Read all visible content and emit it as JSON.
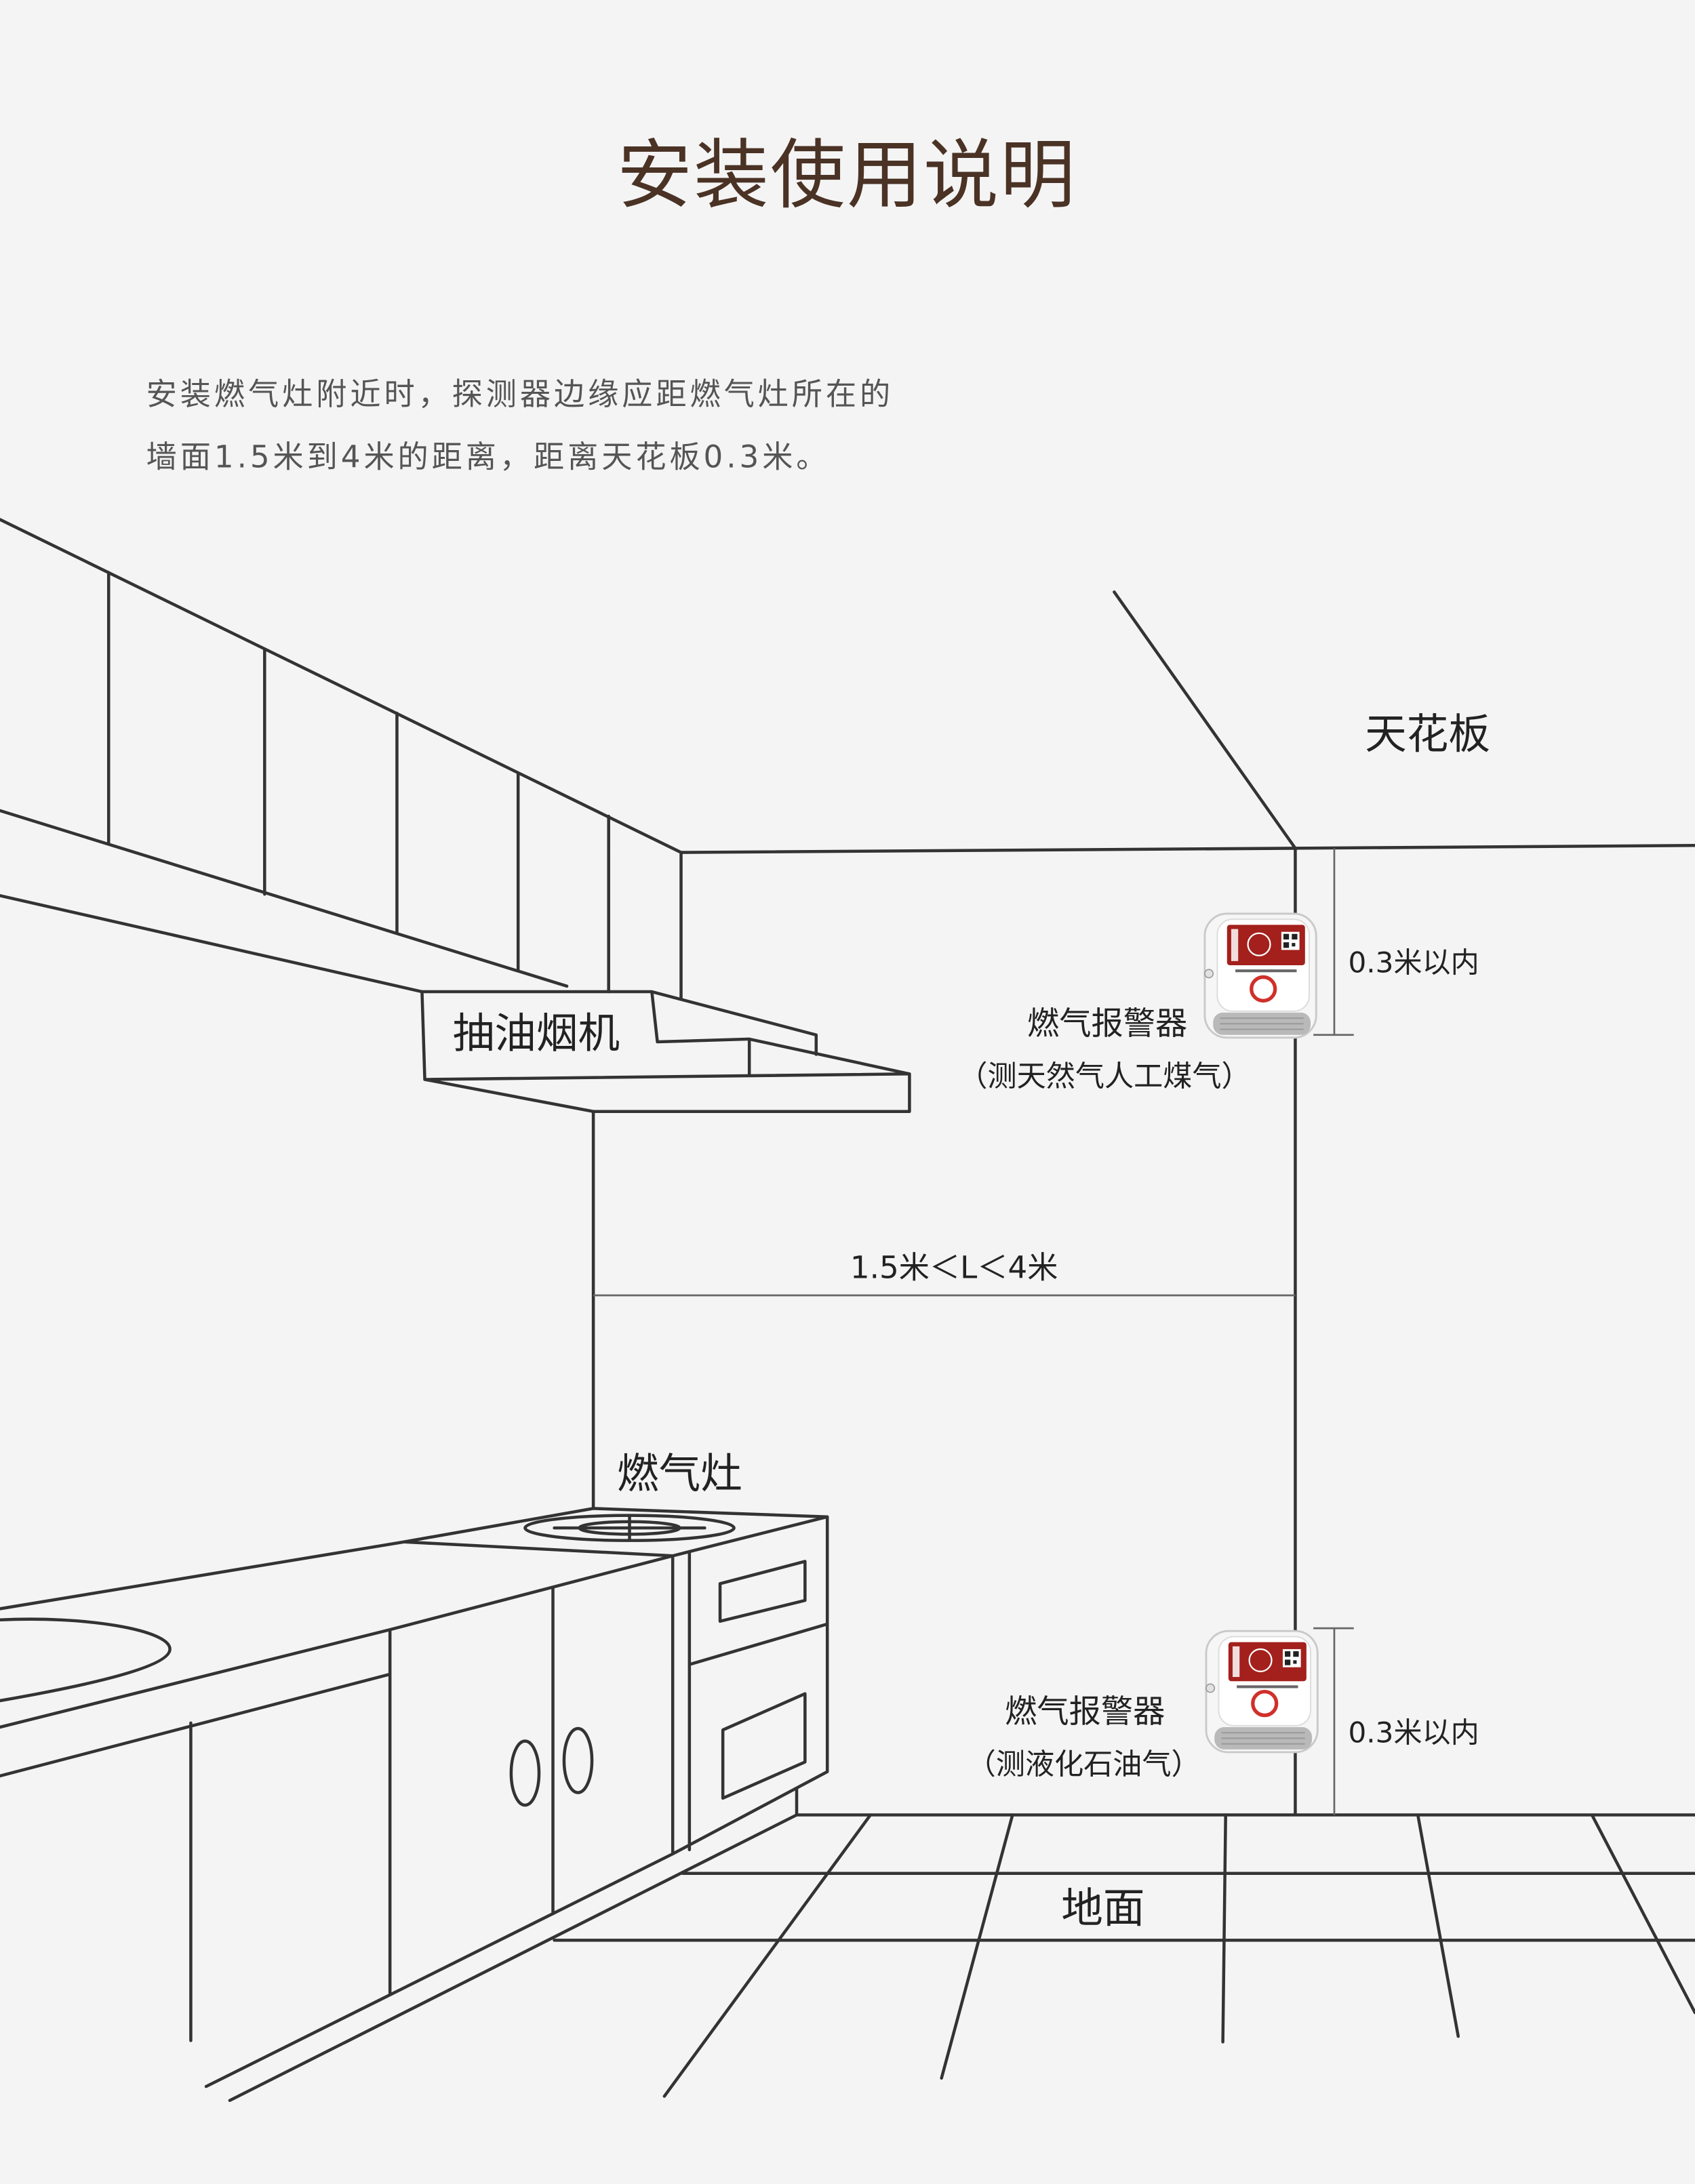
{
  "page": {
    "title": "安装使用说明",
    "description": {
      "line1": "安装燃气灶附近时，探测器边缘应距燃气灶所在的",
      "line2": "墙面1.5米到4米的距离，距离天花板0.3米。"
    }
  },
  "diagram": {
    "ceiling_label": "天花板",
    "range_hood_label": "抽油烟机",
    "stove_label": "燃气灶",
    "floor_label": "地面",
    "stove_distance": "1.5米＜L＜4米",
    "ceiling_distance": "0.3米以内",
    "floor_distance": "0.3米以内",
    "alarms": [
      {
        "name": "燃气报警器",
        "gas": "（测天然气人工煤气）"
      },
      {
        "name": "燃气报警器",
        "gas": "（测液化石油气）"
      }
    ]
  },
  "icons": {
    "alarm": "gas-alarm-device"
  },
  "colors": {
    "bg": "#f4f4f4",
    "title": "#4a3225",
    "text": "#555555",
    "label": "#222222",
    "line": "#333333",
    "measure": "#666666",
    "alarm": "#a3201c",
    "ring": "#d0302a"
  }
}
